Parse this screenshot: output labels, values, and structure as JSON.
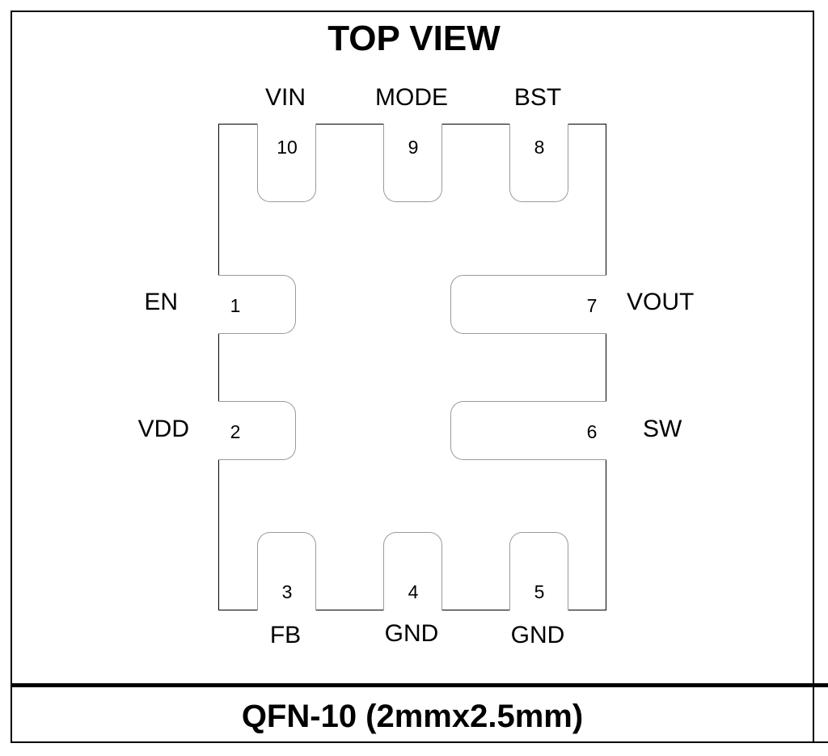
{
  "title": "TOP VIEW",
  "package": "QFN-10 (2mmx2.5mm)",
  "pins": {
    "p1": {
      "num": "1",
      "name": "EN"
    },
    "p2": {
      "num": "2",
      "name": "VDD"
    },
    "p3": {
      "num": "3",
      "name": "FB"
    },
    "p4": {
      "num": "4",
      "name": "GND"
    },
    "p5": {
      "num": "5",
      "name": "GND"
    },
    "p6": {
      "num": "6",
      "name": "SW"
    },
    "p7": {
      "num": "7",
      "name": "VOUT"
    },
    "p8": {
      "num": "8",
      "name": "BST"
    },
    "p9": {
      "num": "9",
      "name": "MODE"
    },
    "p10": {
      "num": "10",
      "name": "VIN"
    }
  }
}
